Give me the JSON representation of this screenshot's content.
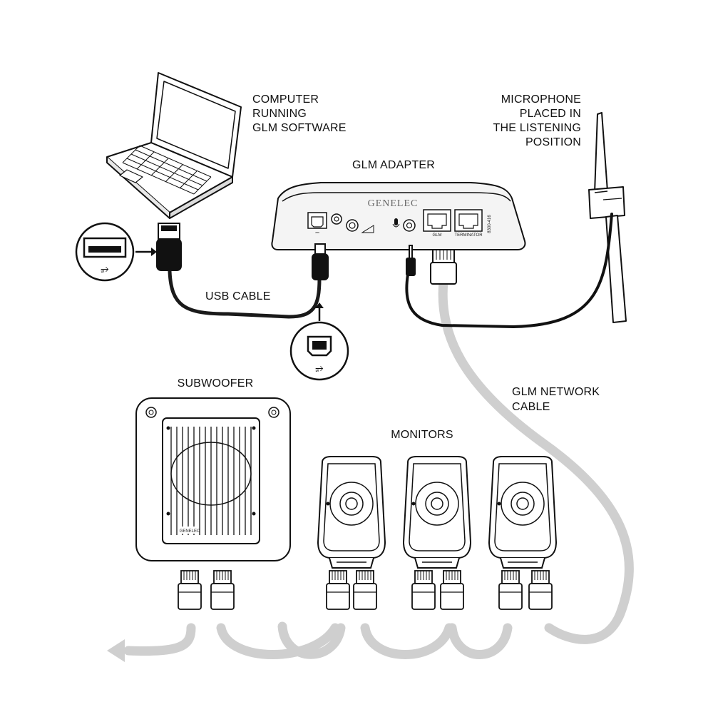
{
  "labels": {
    "computer": [
      "COMPUTER",
      "RUNNING",
      "GLM SOFTWARE"
    ],
    "microphone": [
      "MICROPHONE",
      "PLACED IN",
      "THE LISTENING",
      "POSITION"
    ],
    "adapter": "GLM ADAPTER",
    "usb_cable": "USB CABLE",
    "network_cable": [
      "GLM NETWORK",
      "CABLE"
    ],
    "subwoofer": "SUBWOOFER",
    "monitors": "MONITORS"
  },
  "adapter_panel": {
    "brand": "GENELEC",
    "port_glm": "GLM",
    "port_terminator": "TERMINATOR",
    "model": "8300-416"
  },
  "subwoofer_brand": "GENELEC",
  "colors": {
    "line": "#111111",
    "network_cable": "#d0d0d0",
    "device_fill": "#f2f2f2",
    "usb_cable": "#1a1a1a"
  },
  "icons": [
    "laptop-icon",
    "usb-a-port-icon",
    "usb-b-port-icon",
    "usb-symbol-icon",
    "microphone-icon",
    "rj45-plug-icon",
    "arrow-left-icon"
  ]
}
